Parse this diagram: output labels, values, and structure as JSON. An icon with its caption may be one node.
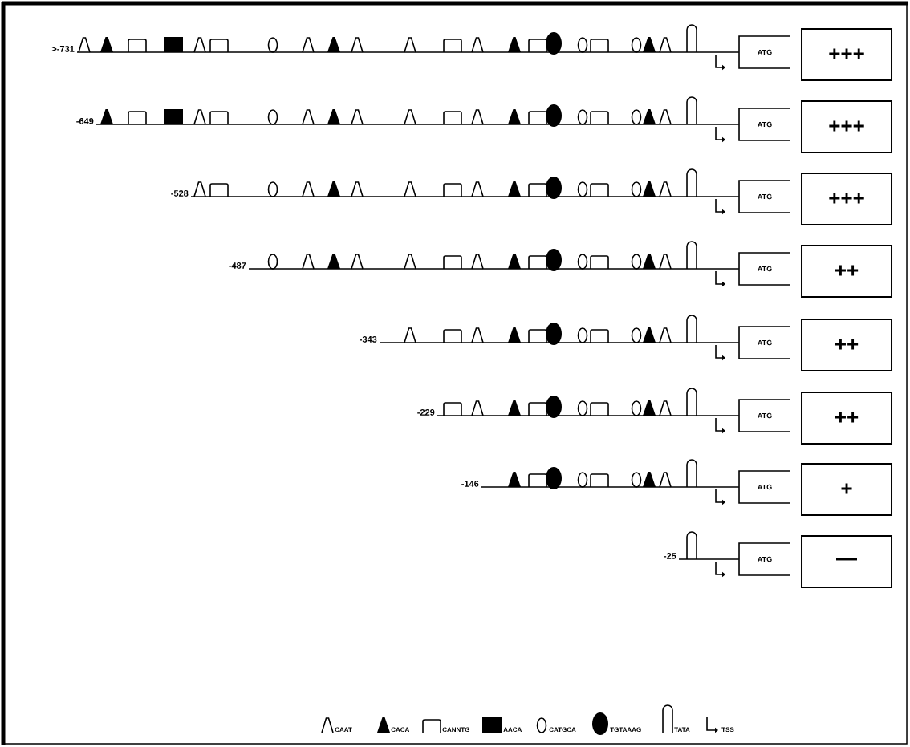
{
  "diagram": {
    "nodes": [
      {
        "text": [
          ">-731"
        ]
      },
      {
        "text": [
          "ATG"
        ]
      },
      {
        "text": [
          "+++"
        ]
      },
      {
        "text": [
          "-649"
        ]
      },
      {
        "text": [
          "ATG"
        ]
      },
      {
        "text": [
          "+++"
        ]
      },
      {
        "text": [
          "-528"
        ]
      },
      {
        "text": [
          "ATG"
        ]
      },
      {
        "text": [
          "+++"
        ]
      },
      {
        "text": [
          "-487"
        ]
      },
      {
        "text": [
          "ATG"
        ]
      },
      {
        "text": [
          "++"
        ]
      },
      {
        "text": [
          "-343"
        ]
      },
      {
        "text": [
          "ATG"
        ]
      },
      {
        "text": [
          "++"
        ]
      },
      {
        "text": [
          "-229"
        ]
      },
      {
        "text": [
          "ATG"
        ]
      },
      {
        "text": [
          "++"
        ]
      },
      {
        "text": [
          "-146"
        ]
      },
      {
        "text": [
          "ATG"
        ]
      },
      {
        "text": [
          "+"
        ]
      },
      {
        "text": [
          "-25"
        ]
      },
      {
        "text": [
          "ATG"
        ]
      },
      {
        "text": [
          "—"
        ]
      }
    ],
    "edges": [
      {
        "from": 0,
        "to": 1,
        "arrow": "none"
      },
      {
        "from": 3,
        "to": 4,
        "arrow": "none"
      },
      {
        "from": 6,
        "to": 7,
        "arrow": "none"
      },
      {
        "from": 9,
        "to": 10,
        "arrow": "none"
      },
      {
        "from": 12,
        "to": 13,
        "arrow": "none"
      },
      {
        "from": 15,
        "to": 16,
        "arrow": "none"
      },
      {
        "from": 18,
        "to": 19,
        "arrow": "none"
      },
      {
        "from": 21,
        "to": 22,
        "arrow": "none"
      }
    ],
    "legend": [
      {
        "text": "CAAT"
      },
      {
        "text": "CACA"
      },
      {
        "text": "CANNTG"
      },
      {
        "text": "AACA"
      },
      {
        "text": "CATGCA"
      },
      {
        "text": "TGTAAAG"
      },
      {
        "text": "TATA"
      },
      {
        "text": "TSS"
      }
    ]
  }
}
